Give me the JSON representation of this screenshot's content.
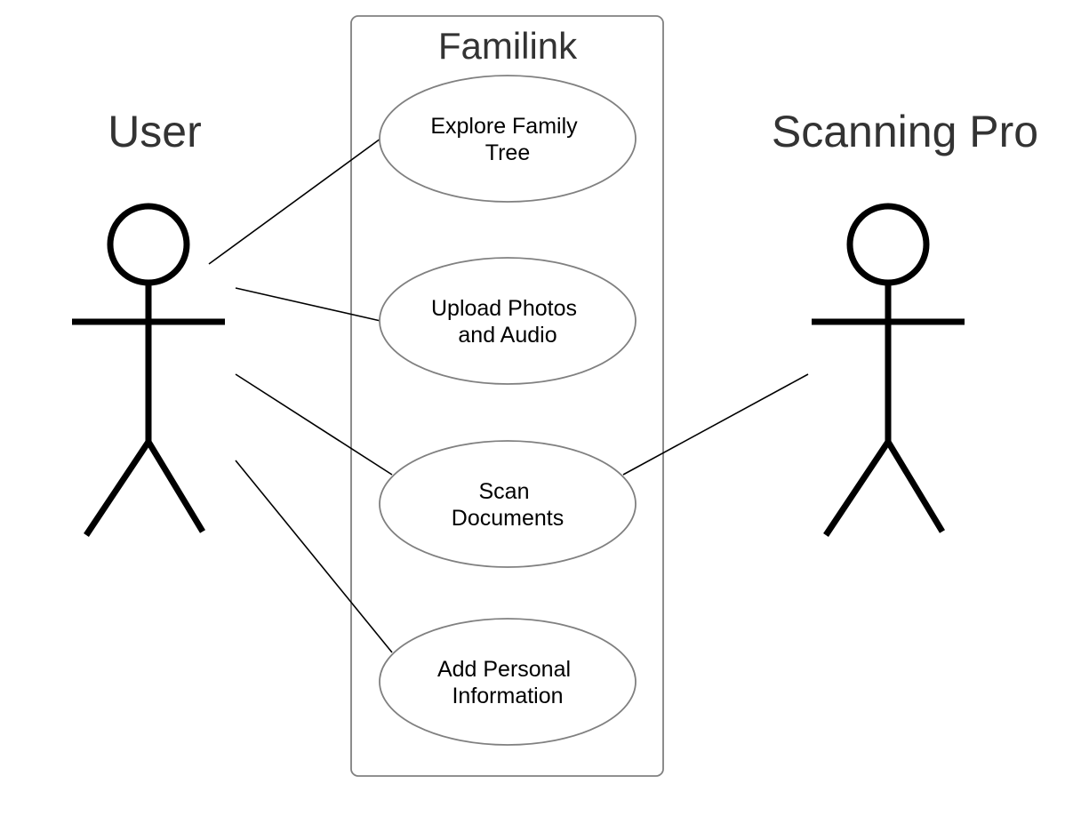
{
  "system": {
    "title": "Familink"
  },
  "actors": {
    "user": {
      "name": "User"
    },
    "scanning_pro": {
      "name": "Scanning Pro"
    }
  },
  "use_cases": [
    {
      "line1": "Explore Family",
      "line2": "Tree"
    },
    {
      "line1": "Upload Photos",
      "line2": "and Audio"
    },
    {
      "line1": "Scan",
      "line2": "Documents"
    },
    {
      "line1": "Add Personal",
      "line2": "Information"
    }
  ]
}
